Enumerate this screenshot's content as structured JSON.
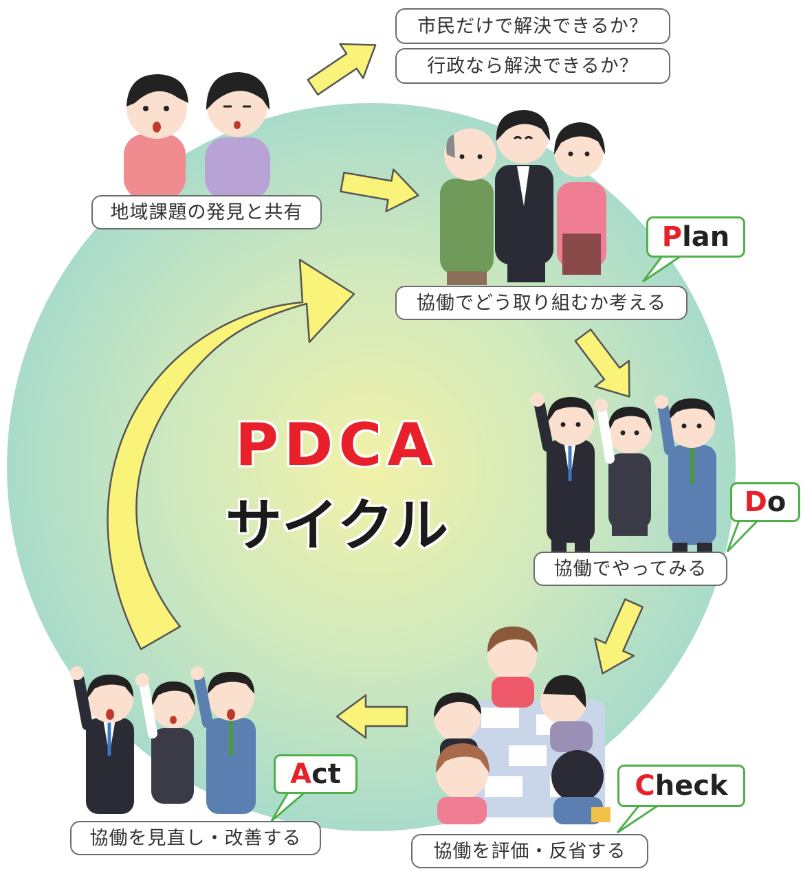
{
  "title": {
    "line1": "PDCA",
    "line2": "サイクル"
  },
  "questions": [
    "市民だけで解決できるか？",
    "行政なら解決できるか？"
  ],
  "steps": [
    "地域課題の発見と共有",
    "協働でどう取り組むか考える",
    "協働でやってみる",
    "協働を評価・反省する",
    "協働を見直し・改善する"
  ],
  "tags": {
    "plan": {
      "initial": "P",
      "rest": "lan"
    },
    "do": {
      "initial": "D",
      "rest": "o"
    },
    "check": {
      "initial": "C",
      "rest": "heck"
    },
    "act": {
      "initial": "A",
      "rest": "ct"
    }
  },
  "colors": {
    "accent_red": "#e8202a",
    "tag_border": "#4fb04a",
    "arrow_fill": "#f9f37a",
    "circle_center": "#f2f2a8",
    "circle_edge": "#a9dbcb"
  }
}
